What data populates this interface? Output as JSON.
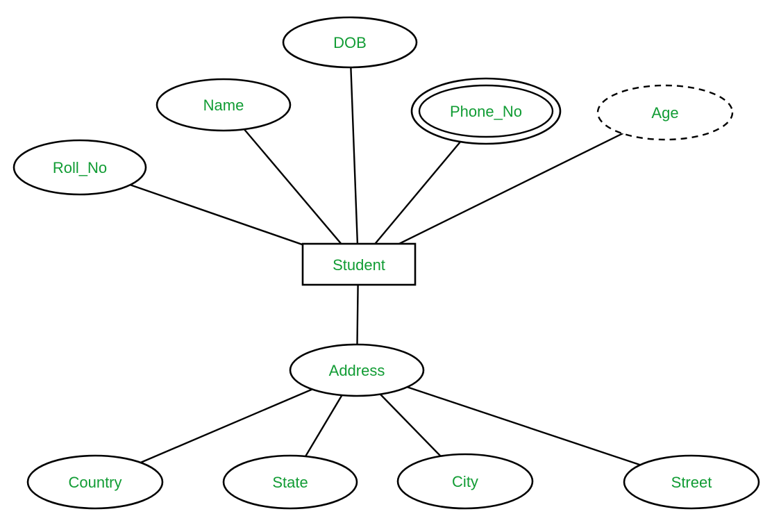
{
  "diagram": {
    "type": "er-diagram",
    "entity": {
      "label": "Student",
      "shape": "rectangle"
    },
    "attributes": {
      "roll_no": {
        "label": "Roll_No",
        "kind": "simple"
      },
      "name": {
        "label": "Name",
        "kind": "simple"
      },
      "dob": {
        "label": "DOB",
        "kind": "simple"
      },
      "phone_no": {
        "label": "Phone_No",
        "kind": "multivalued"
      },
      "age": {
        "label": "Age",
        "kind": "derived"
      },
      "address": {
        "label": "Address",
        "kind": "composite"
      }
    },
    "address_components": {
      "country": {
        "label": "Country"
      },
      "state": {
        "label": "State"
      },
      "city": {
        "label": "City"
      },
      "street": {
        "label": "Street"
      }
    },
    "colors": {
      "label_text": "#119c34",
      "shape_stroke": "#000000",
      "background": "#ffffff"
    }
  }
}
